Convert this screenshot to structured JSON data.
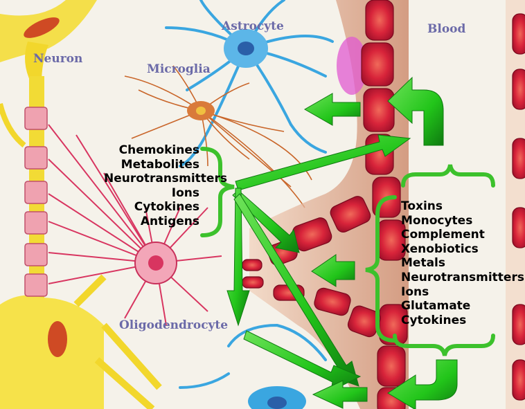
{
  "labels": {
    "neuron": "Neuron",
    "astrocyte": "Astrocyte",
    "microglia": "Microglia",
    "blood": "Blood",
    "oligodendrocyte": "Oligodendrocyte"
  },
  "brain_to_blood": [
    "Chemokines",
    "Metabolites",
    "Neurotransmitters",
    "Ions",
    "Cytokines",
    "Antigens"
  ],
  "blood_to_brain": [
    "Toxins",
    "Monocytes",
    "Complement",
    "Xenobiotics",
    "Metals",
    "Neurotransmitters",
    "Ions",
    "Glutamate",
    "Cytokines"
  ],
  "colors": {
    "arrow": "#22c51a",
    "arrow_dark": "#0f7a10",
    "brace": "#3cc12c",
    "blood_cell": "#d8243a",
    "neuron": "#f2dc35",
    "astrocyte": "#3aa6e0",
    "microglia": "#c9662a",
    "oligodendrocyte": "#d83560",
    "label": "#6b6aa8"
  }
}
